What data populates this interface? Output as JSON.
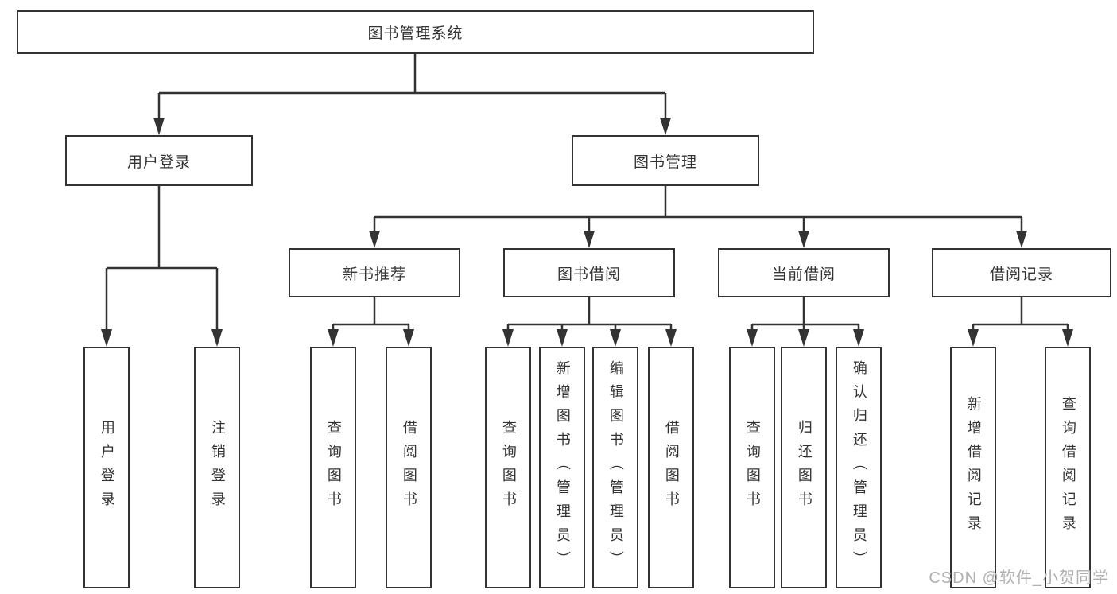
{
  "page": {
    "watermark": "CSDN @软件_小贺同学"
  },
  "colors": {
    "line": "#333333",
    "node_border": "#333333",
    "text": "#333333",
    "node_background": "#ffffff",
    "page_background": "#ffffff",
    "watermark": "#b0b0b0"
  },
  "tree": {
    "label": "图书管理系统",
    "children": [
      {
        "label": "用户登录",
        "children": [
          {
            "label": "用户登录"
          },
          {
            "label": "注销登录"
          }
        ]
      },
      {
        "label": "图书管理",
        "children": [
          {
            "label": "新书推荐",
            "children": [
              {
                "label": "查询图书"
              },
              {
                "label": "借阅图书"
              }
            ]
          },
          {
            "label": "图书借阅",
            "children": [
              {
                "label": "查询图书"
              },
              {
                "label": "新增图书（管理员）"
              },
              {
                "label": "编辑图书（管理员）"
              },
              {
                "label": "借阅图书"
              }
            ]
          },
          {
            "label": "当前借阅",
            "children": [
              {
                "label": "查询图书"
              },
              {
                "label": "归还图书"
              },
              {
                "label": "确认归还（管理员）"
              }
            ]
          },
          {
            "label": "借阅记录",
            "children": [
              {
                "label": "新增借阅记录"
              },
              {
                "label": "查询借阅记录"
              }
            ]
          }
        ]
      }
    ]
  }
}
